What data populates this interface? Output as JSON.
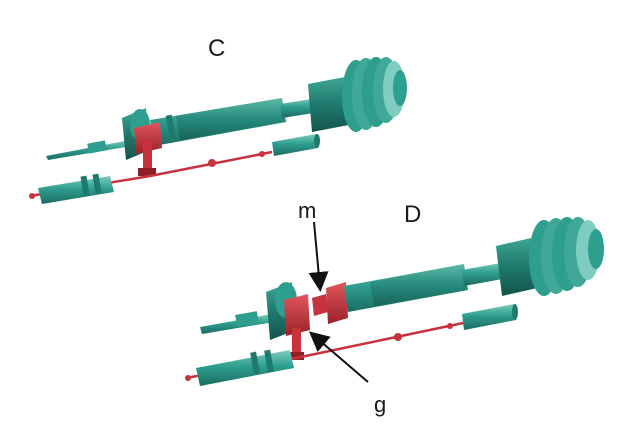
{
  "labels": {
    "assembly_c": "C",
    "assembly_d": "D",
    "callout_m": "m",
    "callout_g": "g"
  },
  "colors": {
    "component_teal": "#2e9e8f",
    "component_teal_dark": "#1f7a6e",
    "component_teal_light": "#7fcdbf",
    "linkage_red": "#c8323c",
    "linkage_red_dark": "#8e1f27",
    "arrow": "#111111"
  }
}
